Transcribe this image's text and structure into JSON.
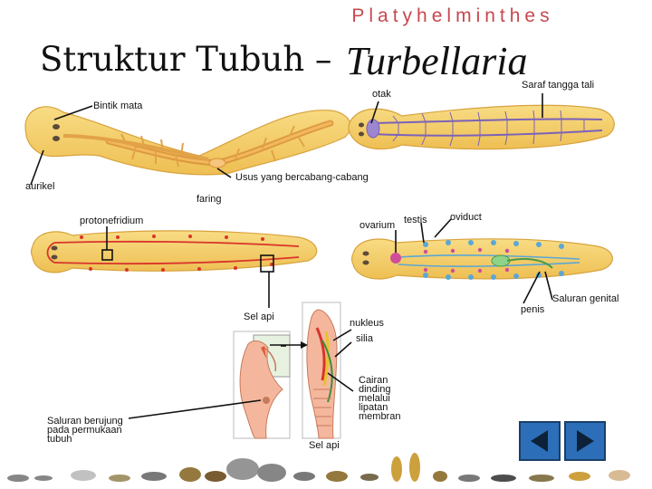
{
  "subject": "Platyhelminthes",
  "title": {
    "plain": "Struktur Tubuh – ",
    "italic": "Turbellaria"
  },
  "labels": {
    "saraf_tangga_tali": "Saraf tangga tali",
    "otak": "otak",
    "bintik_mata": "Bintik mata",
    "usus": "Usus yang bercabang-cabang",
    "aurikel": "aurikel",
    "faring": "faring",
    "protonefridium": "protonefridium",
    "ovarium": "ovarium",
    "testis": "testis",
    "oviduct": "oviduct",
    "saluran_genital": "Saluran genital",
    "penis": "penis",
    "sel_api_top": "Sel api",
    "nukleus": "nukleus",
    "silia": "silia",
    "cairan": "Cairan dinding melalui lipatan membran",
    "saluran_berujung": "Saluran berujung pada permukaan tubuh",
    "sel_api_bottom": "Sel api"
  },
  "icons": {
    "prev": "previous-arrow-icon",
    "next": "next-arrow-icon"
  },
  "colors": {
    "subject": "#c7484e",
    "body_fill": "#f3cf6a",
    "gut": "#e9a74a",
    "nerve": "#7b62b8",
    "excretory": "#d9342b",
    "reproductive_blue": "#5aa7d6",
    "reproductive_pink": "#d04d9a",
    "nav_button": "#2c6fb8"
  }
}
